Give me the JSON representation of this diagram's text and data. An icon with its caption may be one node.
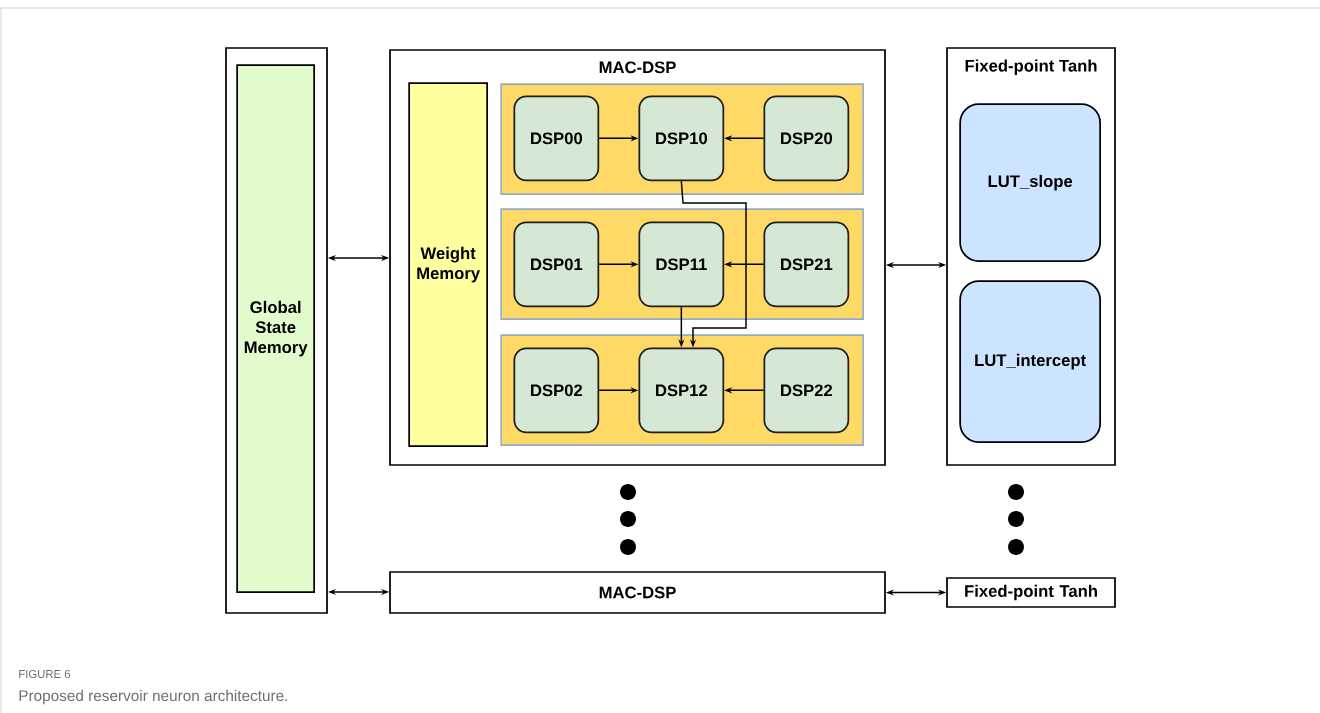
{
  "diagram": {
    "caption": "Proposed reservoir neuron architecture.",
    "nodes": [
      {
        "text": [],
        "shape": "box"
      },
      {
        "text": [
          "Global State Memory"
        ],
        "in": 0
      },
      {
        "text": [
          "MAC-DSP"
        ]
      },
      {
        "text": [
          "Weight Memory"
        ],
        "in": 2
      },
      {
        "text": [],
        "shape": "box",
        "in": 2
      },
      {
        "text": [
          "DSP00"
        ],
        "in": 4
      },
      {
        "text": [
          "DSP10"
        ],
        "in": 4
      },
      {
        "text": [
          "DSP20"
        ],
        "in": 4
      },
      {
        "text": [],
        "shape": "box",
        "in": 2
      },
      {
        "text": [
          "DSP01"
        ],
        "in": 8
      },
      {
        "text": [
          "DSP11"
        ],
        "in": 8
      },
      {
        "text": [
          "DSP21"
        ],
        "in": 8
      },
      {
        "text": [],
        "shape": "box",
        "in": 2
      },
      {
        "text": [
          "DSP02"
        ],
        "in": 12
      },
      {
        "text": [
          "DSP12"
        ],
        "in": 12
      },
      {
        "text": [
          "DSP22"
        ],
        "in": 12
      },
      {
        "text": [
          "Fixed-point Tanh"
        ]
      },
      {
        "text": [
          "LUT_slope"
        ],
        "in": 16
      },
      {
        "text": [
          "LUT_intercept"
        ],
        "in": 16
      },
      {
        "text": [
          "MAC-DSP"
        ]
      },
      {
        "text": [
          "Fixed-point Tanh"
        ]
      }
    ],
    "edges": [
      {
        "from": 0,
        "to": 2,
        "arrow": "both"
      },
      {
        "from": 2,
        "to": 16,
        "arrow": "both"
      },
      {
        "from": 0,
        "to": 19,
        "arrow": "both"
      },
      {
        "from": 19,
        "to": 20,
        "arrow": "both"
      },
      {
        "from": 5,
        "to": 6,
        "arrow": "to"
      },
      {
        "from": 7,
        "to": 6,
        "arrow": "to"
      },
      {
        "from": 9,
        "to": 10,
        "arrow": "to"
      },
      {
        "from": 11,
        "to": 10,
        "arrow": "to"
      },
      {
        "from": 13,
        "to": 14,
        "arrow": "to"
      },
      {
        "from": 15,
        "to": 14,
        "arrow": "to"
      },
      {
        "from": 10,
        "to": 14,
        "arrow": "to"
      },
      {
        "from": 6,
        "to": 14,
        "arrow": "to"
      }
    ],
    "labels": [
      "FIGURE 6"
    ]
  }
}
